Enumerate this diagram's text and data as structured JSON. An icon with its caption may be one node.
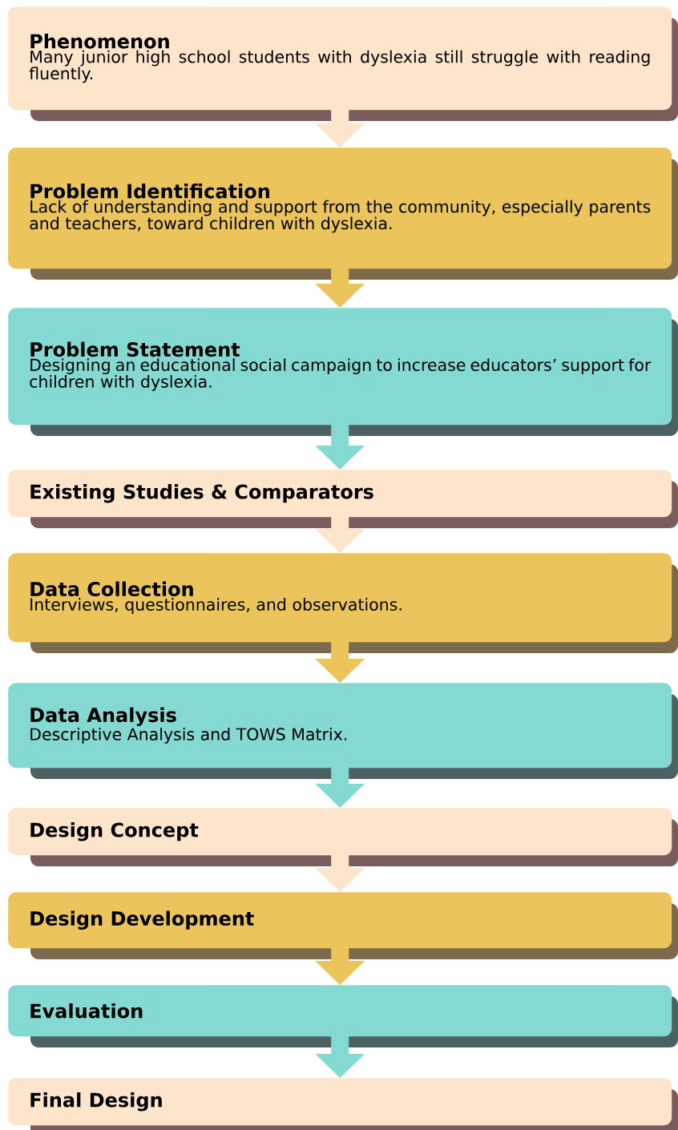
{
  "diagram": {
    "nodes": [
      {
        "text": [
          "Phenomenon",
          "Many junior high school students with dyslexia still struggle with reading fluently."
        ]
      },
      {
        "text": [
          "Problem Identification",
          "Lack of understanding and support from the community, especially parents and teachers, toward children with dyslexia."
        ]
      },
      {
        "text": [
          "Problem Statement",
          "Designing an educational social campaign to increase educators’ support for children with dyslexia."
        ]
      },
      {
        "text": [
          "Existing Studies & Comparators"
        ]
      },
      {
        "text": [
          "Data Collection",
          "Interviews, questionnaires, and observations."
        ]
      },
      {
        "text": [
          "Data Analysis",
          "Descriptive Analysis and TOWS Matrix."
        ]
      },
      {
        "text": [
          "Design Concept"
        ]
      },
      {
        "text": [
          "Design Development"
        ]
      },
      {
        "text": [
          "Evaluation"
        ]
      },
      {
        "text": [
          "Final Design"
        ]
      }
    ],
    "edges": [
      {
        "from": 0,
        "to": 1,
        "arrow": "to"
      },
      {
        "from": 1,
        "to": 2,
        "arrow": "to",
        "color": "#ecc45c"
      },
      {
        "from": 2,
        "to": 3,
        "arrow": "to",
        "color": "#84d9d3"
      },
      {
        "from": 3,
        "to": 4,
        "arrow": "to"
      },
      {
        "from": 4,
        "to": 5,
        "arrow": "to",
        "color": "#ecc45c"
      },
      {
        "from": 5,
        "to": 6,
        "arrow": "to",
        "color": "#84d9d3"
      },
      {
        "from": 6,
        "to": 7,
        "arrow": "to"
      },
      {
        "from": 7,
        "to": 8,
        "arrow": "to",
        "color": "#ecc45c"
      },
      {
        "from": 8,
        "to": 9,
        "arrow": "to",
        "color": "#84d9d3"
      }
    ]
  }
}
